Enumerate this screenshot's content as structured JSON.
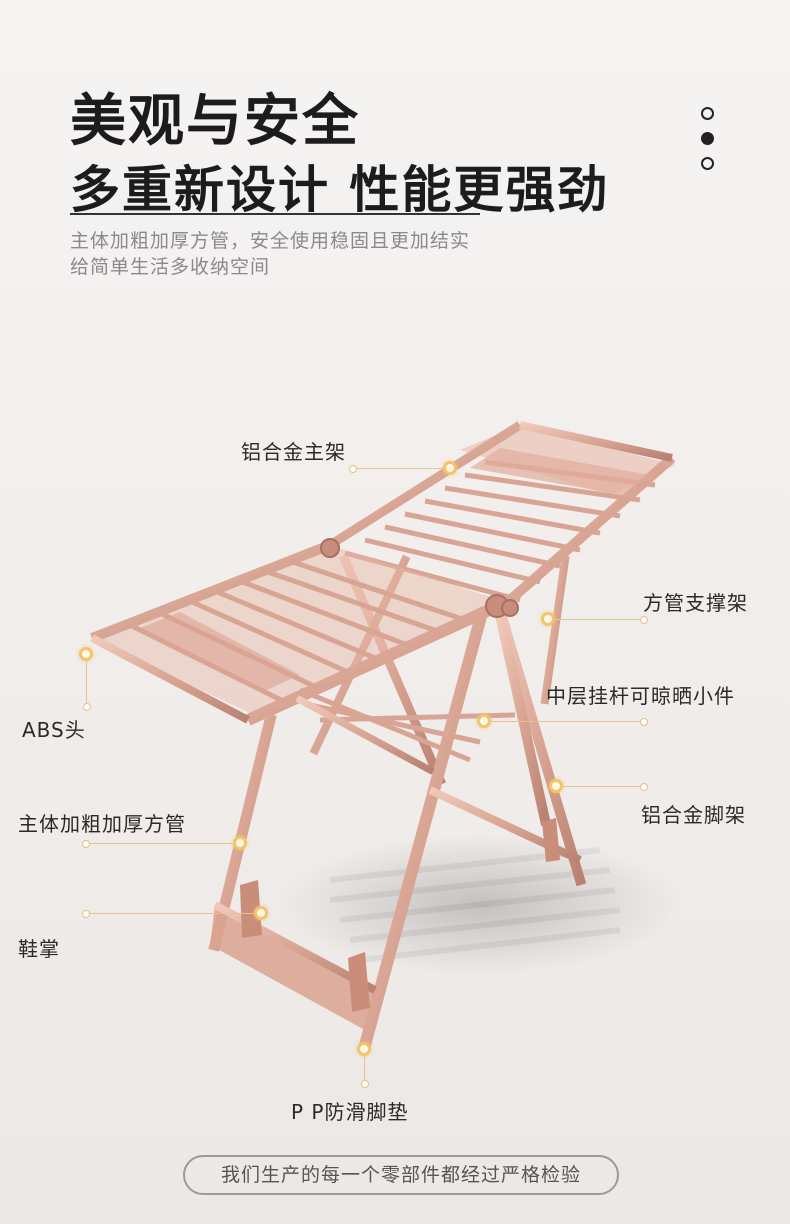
{
  "headline": {
    "line1": "美观与安全",
    "line2": "多重新设计 性能更强劲"
  },
  "description": {
    "line1": "主体加粗加厚方管，安全使用稳固且更加结实",
    "line2": "给简单生活多收纳空间"
  },
  "pager": {
    "count": 3,
    "active_index": 1
  },
  "callouts": {
    "main_frame": "铝合金主架",
    "square_support": "方管支撑架",
    "abs_head": "ABS头",
    "middle_rod": "中层挂杆可晾晒小件",
    "thick_tube": "主体加粗加厚方管",
    "foot_frame": "铝合金脚架",
    "shoe_rack": "鞋掌",
    "foot_pad": "P P防滑脚垫"
  },
  "footer": "我们生产的每一个零部件都经过严格检验",
  "colors": {
    "frame": "#d9a594",
    "frame_dark": "#b98171",
    "accent": "#f3c46b",
    "leader": "#e2c48f"
  }
}
